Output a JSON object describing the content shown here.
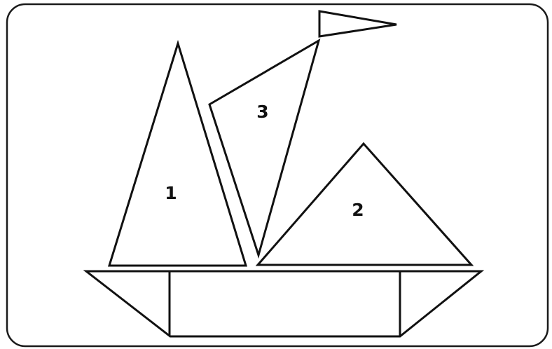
{
  "labels": {
    "shape_1": "1",
    "shape_2": "2",
    "shape_3": "3"
  },
  "colors": {
    "stroke": "#111111",
    "background": "#ffffff"
  }
}
